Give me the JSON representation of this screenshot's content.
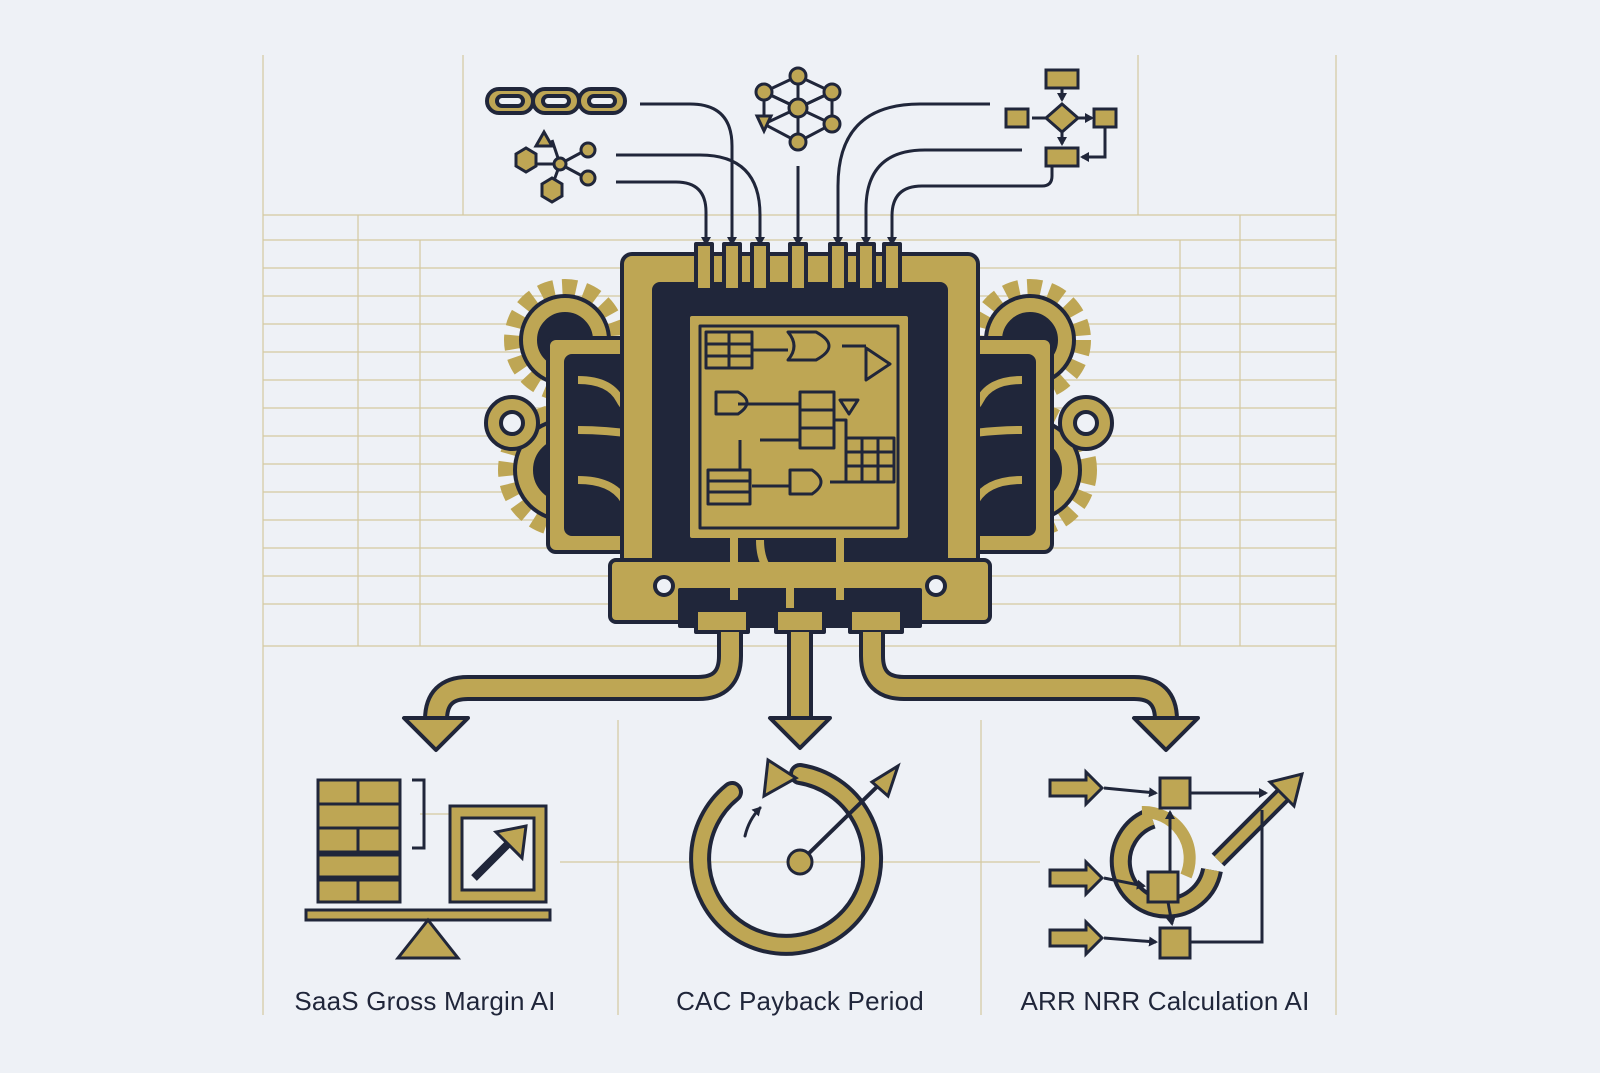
{
  "colors": {
    "background": "#eef1f6",
    "gold": "#bea654",
    "ink": "#20263a",
    "grid": "#d4c9a0"
  },
  "icons": [
    "chain-link-icon",
    "molecule-icon",
    "neural-network-icon",
    "flowchart-icon",
    "processor-chip-icon",
    "gear-icon",
    "ledger-balance-icon",
    "cycle-clock-icon",
    "flow-loop-icon"
  ],
  "outputs": [
    {
      "label": "SaaS Gross Margin AI"
    },
    {
      "label": "CAC Payback Period"
    },
    {
      "label": "ARR NRR Calculation AI"
    }
  ]
}
